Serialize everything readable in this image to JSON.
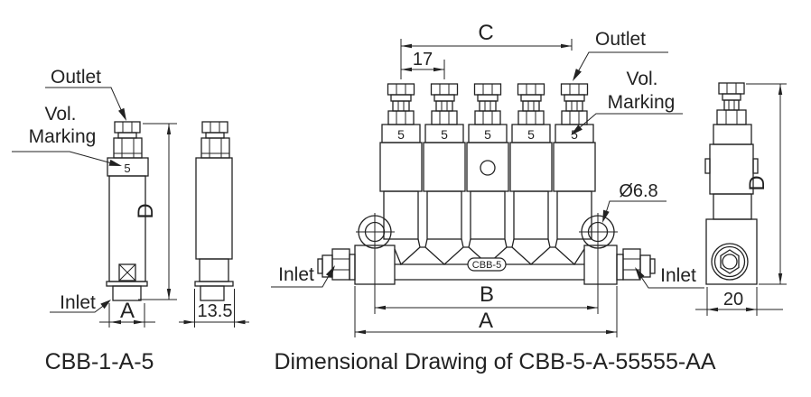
{
  "colors": {
    "ink": "#222222",
    "paper": "#ffffff"
  },
  "single_valve": {
    "caption": "CBB-1-A-5",
    "volume_marking": "5",
    "labels": {
      "outlet": "Outlet",
      "vol_line1": "Vol.",
      "vol_line2": "Marking",
      "inlet": "Inlet"
    },
    "dims": {
      "height": "D",
      "width": "A",
      "side_width": "13.5"
    }
  },
  "manifold": {
    "caption": "Dimensional Drawing of CBB-5-A-55555-AA",
    "model_badge": "CBB-5",
    "volume_markings": [
      "5",
      "5",
      "5",
      "5",
      "5"
    ],
    "labels": {
      "outlet": "Outlet",
      "vol_line1": "Vol.",
      "vol_line2": "Marking",
      "inlet_left": "Inlet",
      "inlet_right": "Inlet"
    },
    "dims": {
      "overall": "A",
      "mount_span": "B",
      "outlet_span": "C",
      "outlet_pitch": "17",
      "hole_dia": "Ø6.8",
      "height": "D",
      "depth": "20"
    }
  }
}
